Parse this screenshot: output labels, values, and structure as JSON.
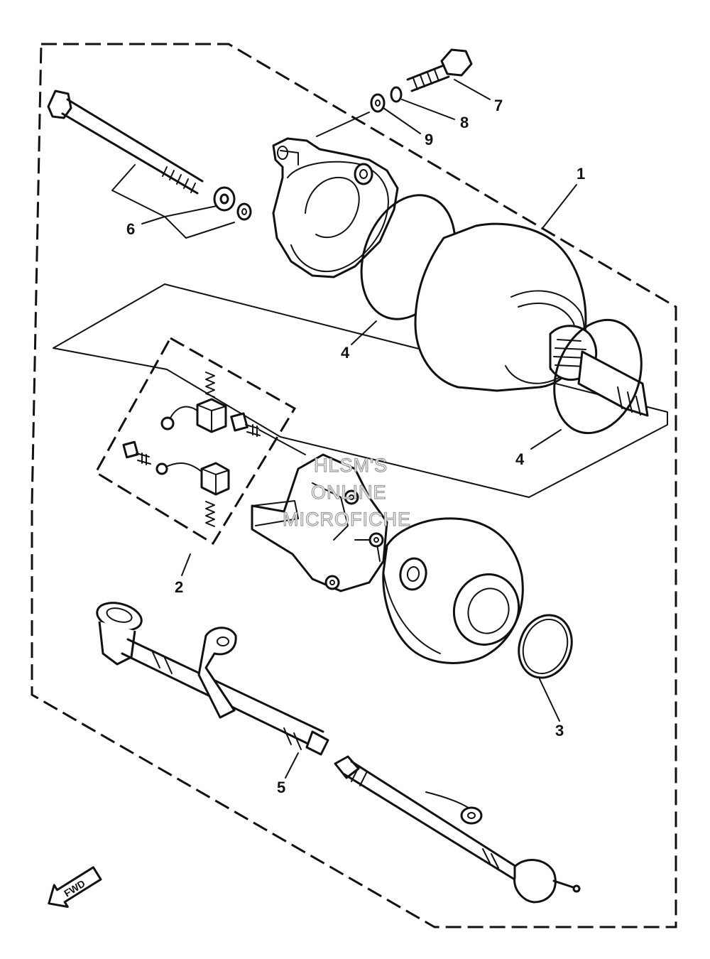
{
  "callouts": {
    "c1": "1",
    "c2": "2",
    "c3": "3",
    "c4a": "4",
    "c4b": "4",
    "c5": "5",
    "c6": "6",
    "c7": "7",
    "c8": "8",
    "c9": "9"
  },
  "watermark": {
    "line1": "HLSM'S",
    "line2": "ONLINE",
    "line3": "MICROFICHE"
  },
  "direction": {
    "label": "FWD"
  }
}
